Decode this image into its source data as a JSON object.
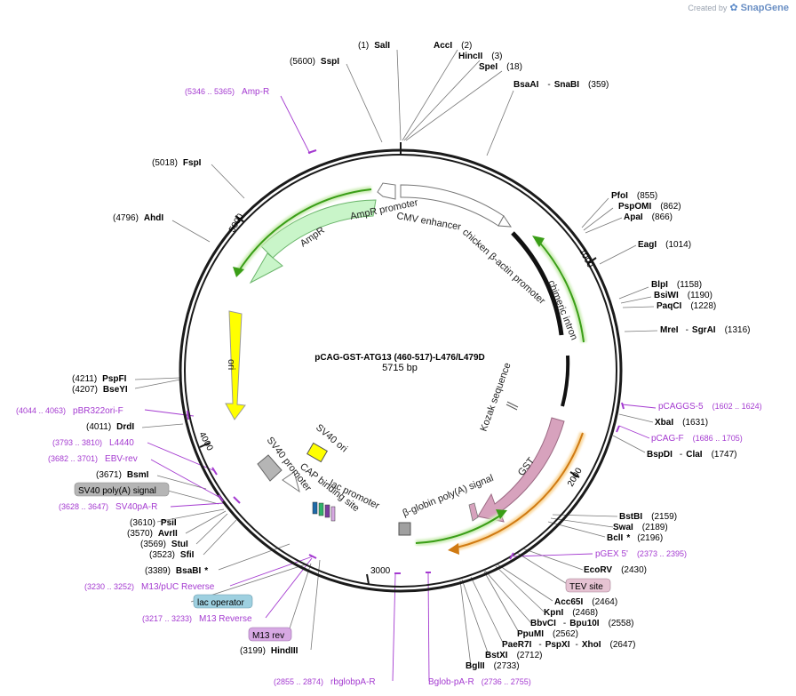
{
  "brand": {
    "created_by": "Created by",
    "app_name": "SnapGene"
  },
  "plasmid": {
    "name": "pCAG-GST-ATG13 (460-517)-L476/L479D",
    "size": "5715 bp"
  },
  "ticks": [
    "1000",
    "2000",
    "3000",
    "4000",
    "5000"
  ],
  "features": {
    "ampr": "AmpR",
    "ampr_promoter": "AmpR promoter",
    "cmv_enhancer": "CMV enhancer",
    "chicken_promoter": "chicken β-actin promoter",
    "chimeric_intron": "chimeric intron",
    "ori": "ori",
    "kozak": "Kozak sequence",
    "gst": "GST",
    "bglobin": "β-globin poly(A) signal",
    "sv40_ori": "SV40 ori",
    "sv40_promoter": "SV40 promoter",
    "cap_site": "CAP binding site",
    "lac_promoter": "lac promoter"
  },
  "sites": {
    "sali": {
      "pos": "(1)",
      "name": "SalI"
    },
    "acci": {
      "name": "AccI",
      "pos": "(2)"
    },
    "hincii": {
      "name": "HincII",
      "pos": "(3)"
    },
    "spei": {
      "name": "SpeI",
      "pos": "(18)"
    },
    "sspi": {
      "pos": "(5600)",
      "name": "SspI"
    },
    "bsaai": {
      "name": "BsaAI",
      "sep": "-",
      "name2": "SnaBI",
      "pos": "(359)"
    },
    "fspi": {
      "pos": "(5018)",
      "name": "FspI"
    },
    "ahdi": {
      "pos": "(4796)",
      "name": "AhdI"
    },
    "pfoi": {
      "name": "PfoI",
      "pos": "(855)"
    },
    "pspomi": {
      "name": "PspOMI",
      "pos": "(862)"
    },
    "apai": {
      "name": "ApaI",
      "pos": "(866)"
    },
    "eagi": {
      "name": "EagI",
      "pos": "(1014)"
    },
    "blpi": {
      "name": "BlpI",
      "pos": "(1158)"
    },
    "bsiwi": {
      "name": "BsiWI",
      "pos": "(1190)"
    },
    "paqci": {
      "name": "PaqCI",
      "pos": "(1228)"
    },
    "mrei": {
      "name": "MreI",
      "sep": "-",
      "name2": "SgrAI",
      "pos": "(1316)"
    },
    "pspfi": {
      "pos": "(4211)",
      "name": "PspFI"
    },
    "bseyi": {
      "pos": "(4207)",
      "name": "BseYI"
    },
    "xbai": {
      "name": "XbaI",
      "pos": "(1631)"
    },
    "bspdi": {
      "name": "BspDI",
      "sep": "-",
      "name2": "ClaI",
      "pos": "(1747)"
    },
    "drdi": {
      "pos": "(4011)",
      "name": "DrdI"
    },
    "bsmi": {
      "pos": "(3671)",
      "name": "BsmI"
    },
    "psii": {
      "pos": "(3610)",
      "name": "PsiI"
    },
    "avrii": {
      "pos": "(3570)",
      "name": "AvrII"
    },
    "stui": {
      "pos": "(3569)",
      "name": "StuI"
    },
    "sfii": {
      "pos": "(3523)",
      "name": "SfiI"
    },
    "bsabi": {
      "pos": "(3389)",
      "name": "BsaBI",
      "star": "*"
    },
    "hindiii": {
      "pos": "(3199)",
      "name": "HindIII"
    },
    "bstbi": {
      "name": "BstBI",
      "pos": "(2159)"
    },
    "swai": {
      "name": "SwaI",
      "pos": "(2189)"
    },
    "bcli": {
      "name": "BclI",
      "star": "*",
      "pos": "(2196)"
    },
    "ecorv": {
      "name": "EcoRV",
      "pos": "(2430)"
    },
    "acc65i": {
      "name": "Acc65I",
      "pos": "(2464)"
    },
    "kpni": {
      "name": "KpnI",
      "pos": "(2468)"
    },
    "bbvci": {
      "name": "BbvCI",
      "sep": "-",
      "name2": "Bpu10I",
      "pos": "(2558)"
    },
    "ppumi": {
      "name": "PpuMI",
      "pos": "(2562)"
    },
    "paer7i": {
      "name": "PaeR7I",
      "sep": "-",
      "name2": "PspXI",
      "sep2": "-",
      "name3": "XhoI",
      "pos": "(2647)"
    },
    "bstxi": {
      "name": "BstXI",
      "pos": "(2712)"
    },
    "bglii": {
      "name": "BglII",
      "pos": "(2733)"
    }
  },
  "primers": {
    "ampr": {
      "range": "(5346 .. 5365)",
      "name": "Amp-R"
    },
    "pbr322": {
      "range": "(4044 .. 4063)",
      "name": "pBR322ori-F"
    },
    "l4440": {
      "range": "(3793 .. 3810)",
      "name": "L4440"
    },
    "ebvrev": {
      "range": "(3682 .. 3701)",
      "name": "EBV-rev"
    },
    "sv40pa": {
      "range": "(3628 .. 3647)",
      "name": "SV40pA-R"
    },
    "m13puc": {
      "range": "(3230 .. 3252)",
      "name": "M13/pUC Reverse"
    },
    "m13rev": {
      "range": "(3217 .. 3233)",
      "name": "M13 Reverse"
    },
    "rbglob": {
      "range": "(2855 .. 2874)",
      "name": "rbglobpA-R"
    },
    "bglob": {
      "name": "Bglob-pA-R",
      "range": "(2736 .. 2755)"
    },
    "pcaggs5": {
      "name": "pCAGGS-5",
      "range": "(1602 .. 1624)"
    },
    "pcagf": {
      "name": "pCAG-F",
      "range": "(1686 .. 1705)"
    },
    "pgex5": {
      "name": "pGEX 5'",
      "range": "(2373 .. 2395)"
    }
  },
  "tags": {
    "sv40_polya": "SV40 poly(A) signal",
    "lac_operator": "lac operator",
    "m13_rev": "M13 rev",
    "tev_site": "TEV site"
  },
  "colors": {
    "backbone": "#1a1a1a",
    "site_text": "#000000",
    "primer": "#a43ad0",
    "ampr": "#c9f5c9",
    "ori": "#ffff00",
    "gst": "#d7a2bd",
    "tag_gray": "#b5b5b5",
    "tag_blue": "#9ed0e0",
    "tag_purple": "#d7a9e3",
    "tag_pink": "#e6c3d3"
  }
}
